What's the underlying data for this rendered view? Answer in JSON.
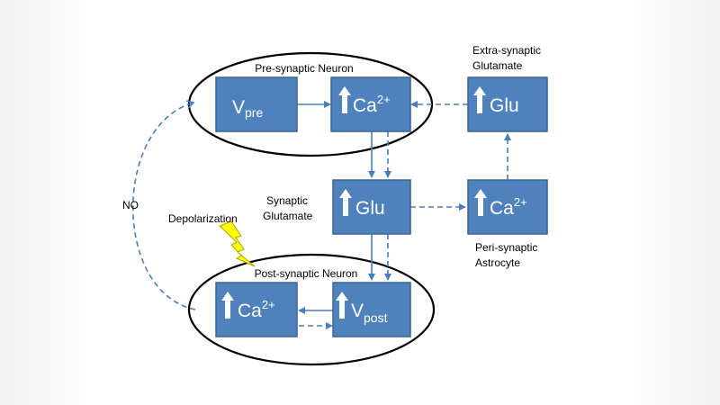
{
  "boxes": {
    "v_pre": {
      "main": "V",
      "sub": "pre"
    },
    "pre_ca": {
      "main": "Ca",
      "sup": "2+"
    },
    "extra_glu": {
      "main": "Glu"
    },
    "syn_glu": {
      "main": "Glu"
    },
    "peri_ca": {
      "main": "Ca",
      "sup": "2+"
    },
    "post_ca": {
      "main": "Ca",
      "sup": "2+"
    },
    "v_post": {
      "main": "V",
      "sub": "post"
    }
  },
  "labels": {
    "pre_neuron": "Pre-synaptic Neuron",
    "post_neuron": "Post-synaptic Neuron",
    "extra_line1": "Extra-synaptic",
    "extra_line2": "Glutamate",
    "syn_line1": "Synaptic",
    "syn_line2": "Glutamate",
    "peri_line1": "Peri-synaptic",
    "peri_line2": "Astrocyte",
    "no": "NO",
    "depolarization": "Depolarization"
  },
  "colors": {
    "box_fill": "#4f81bd",
    "arrow": "#4a7ebb",
    "lightning": "#ffff00"
  },
  "icons": {
    "increase": "up-arrow-icon",
    "depolarization": "lightning-bolt-icon"
  }
}
